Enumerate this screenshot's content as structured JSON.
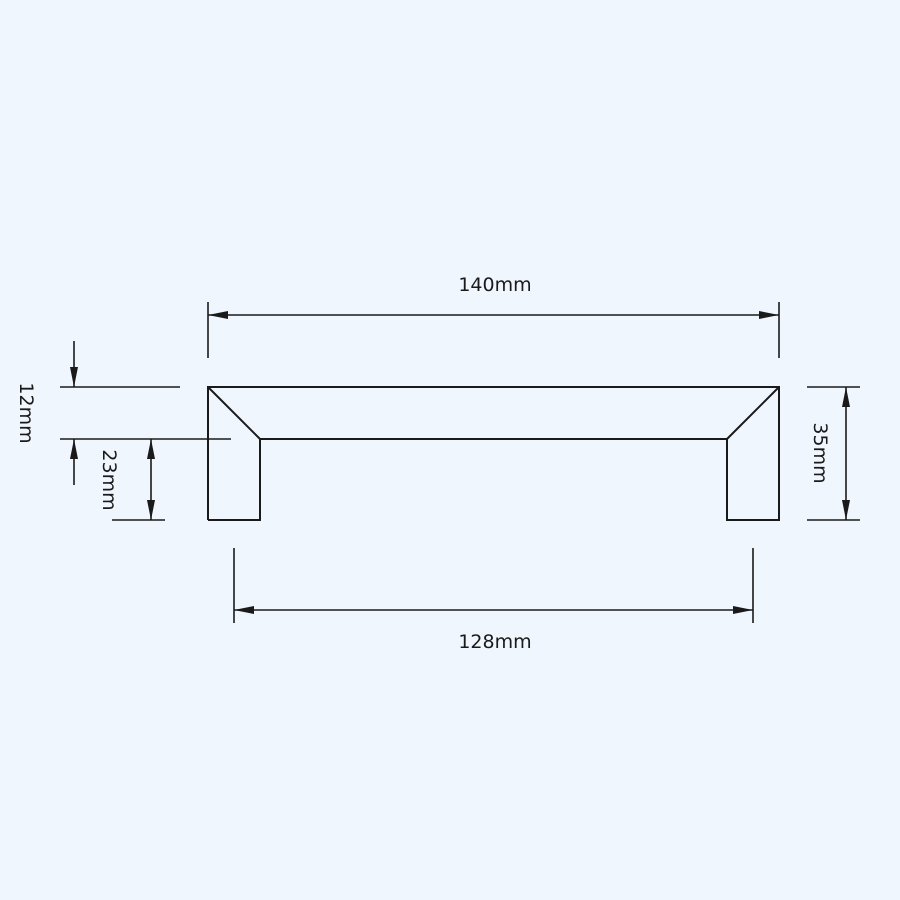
{
  "diagram": {
    "subject": "handle dimension drawing",
    "background": "#f0f6fd",
    "line_color": "#1a1a1a",
    "dimensions": {
      "overall_length": "140mm",
      "hole_spacing": "128mm",
      "total_height": "35mm",
      "bar_thickness": "12mm",
      "leg_height": "23mm"
    }
  }
}
